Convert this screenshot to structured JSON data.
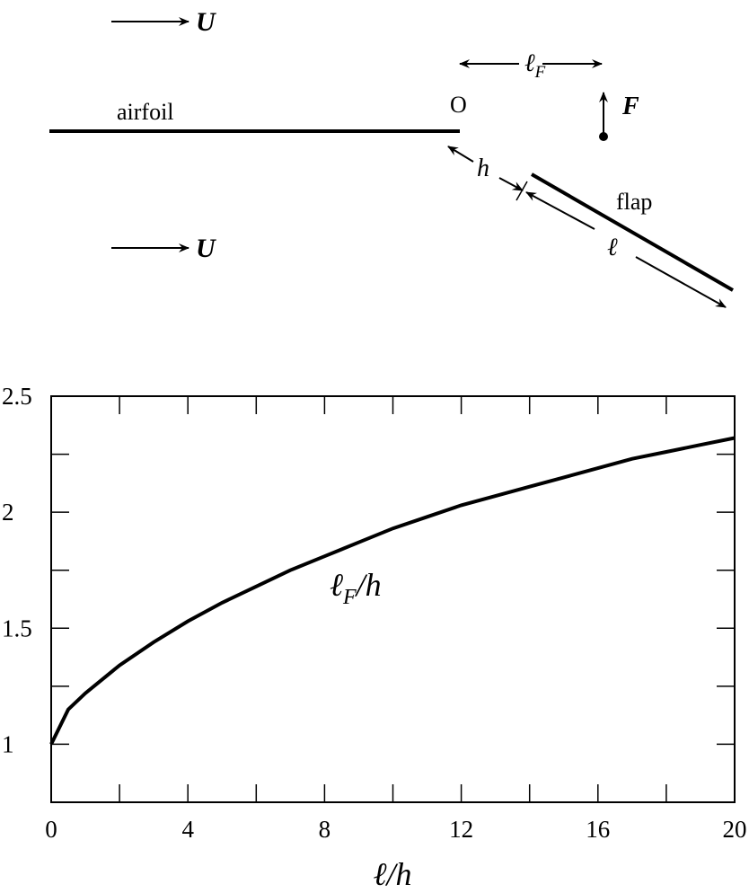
{
  "diagram": {
    "flow_label": "U",
    "airfoil_label": "airfoil",
    "origin_label": "O",
    "lf_symbol": "ℓ",
    "lf_subscript": "F",
    "force_label": "F",
    "gap_label": "h",
    "flap_label": "flap",
    "flap_length_label": "ℓ"
  },
  "chart_data": {
    "type": "line",
    "x_tick_labels": [
      "0",
      "4",
      "8",
      "12",
      "16",
      "20"
    ],
    "y_tick_labels": [
      "1",
      "1.5",
      "2",
      "2.5"
    ],
    "xlim": [
      0,
      20
    ],
    "ylim": [
      0.75,
      2.5
    ],
    "x_ticks": [
      0,
      2,
      4,
      6,
      8,
      10,
      12,
      14,
      16,
      18,
      20
    ],
    "y_ticks": [
      1,
      1.25,
      1.5,
      1.75,
      2,
      2.25,
      2.5
    ],
    "xlabel": "ℓ/h",
    "grid": false,
    "series": [
      {
        "name": "ℓF/h",
        "x": [
          0,
          0.5,
          1,
          2,
          3,
          4,
          5,
          6,
          7,
          8,
          9,
          10,
          11,
          12,
          13,
          14,
          15,
          16,
          17,
          18,
          19,
          20
        ],
        "y": [
          1.0,
          1.15,
          1.22,
          1.34,
          1.44,
          1.53,
          1.61,
          1.68,
          1.75,
          1.81,
          1.87,
          1.93,
          1.98,
          2.03,
          2.07,
          2.11,
          2.15,
          2.19,
          2.23,
          2.26,
          2.29,
          2.32
        ]
      }
    ],
    "curve_label": {
      "symbol": "ℓ",
      "subscript": "F",
      "suffix": "/h"
    }
  }
}
